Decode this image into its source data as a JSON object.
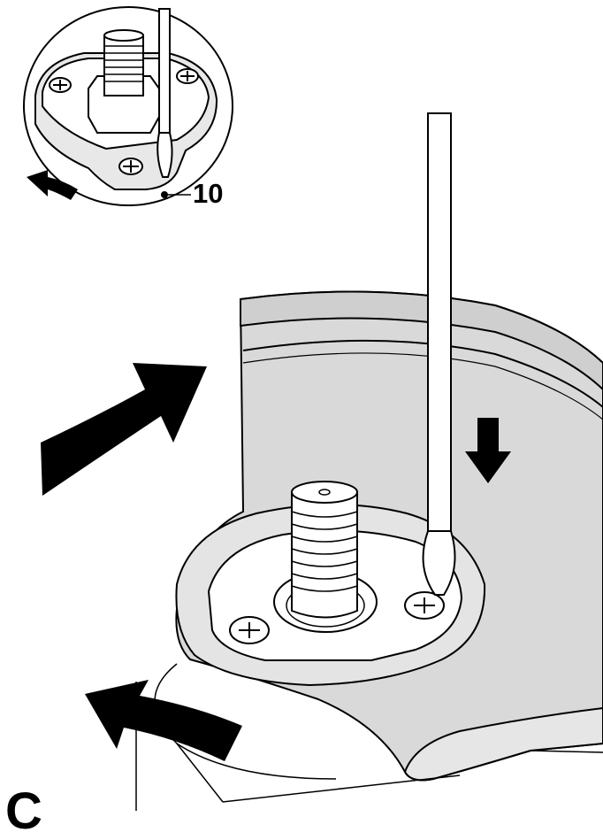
{
  "figure": {
    "callout_label": "10",
    "figure_letter": "C"
  },
  "colors": {
    "line": "#000000",
    "guard_fill": "#d9d9d9",
    "guard_shade": "#c4c4c4",
    "part_fill": "#ffffff",
    "arrow": "#000000"
  },
  "icons": [
    "rotate-counterclockwise-arrow",
    "push-down-arrow",
    "curved-direction-arrow"
  ]
}
